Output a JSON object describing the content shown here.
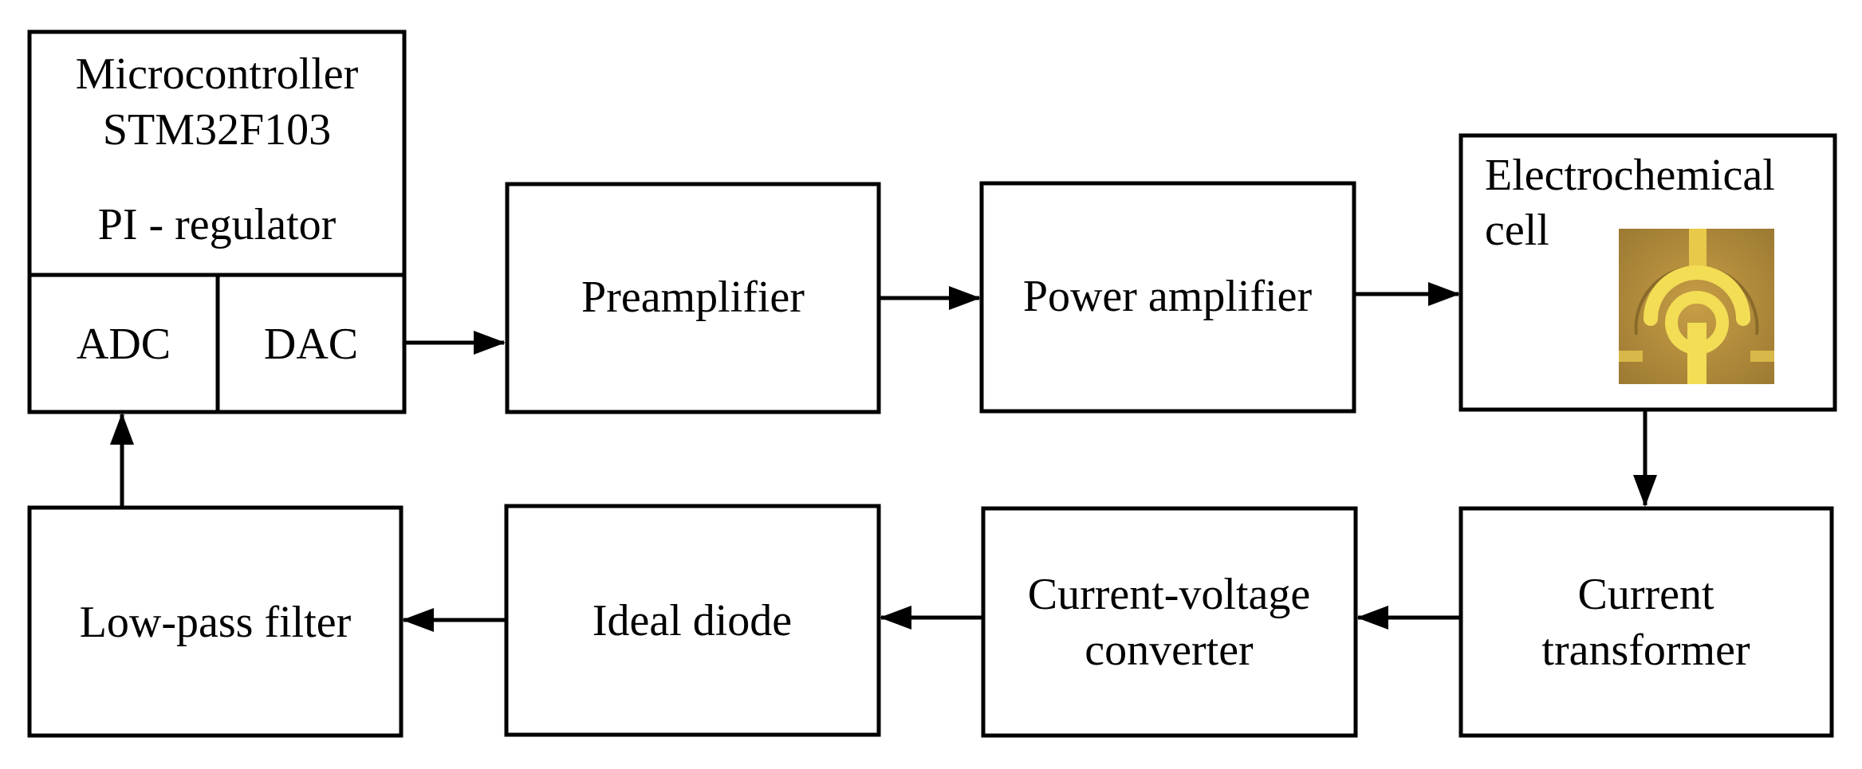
{
  "microcontroller": {
    "line1": "Microcontroller",
    "line2": "STM32F103",
    "line3": "PI - regulator",
    "adc": "ADC",
    "dac": "DAC"
  },
  "blocks": {
    "preamplifier": "Preamplifier",
    "power_amplifier": "Power amplifier",
    "cell_line1": "Electrochemical",
    "cell_line2": "cell",
    "current_transformer_line1": "Current",
    "current_transformer_line2": "transformer",
    "iv_converter_line1": "Current-voltage",
    "iv_converter_line2": "converter",
    "ideal_diode": "Ideal diode",
    "low_pass_filter": "Low-pass filter"
  },
  "colors": {
    "stroke": "#000000",
    "background": "#ffffff",
    "electrode_substrate": "#b08a3a",
    "electrode_gold": "#f2dd55"
  },
  "icons": {
    "cell_photo": "electrode-photo-icon"
  }
}
